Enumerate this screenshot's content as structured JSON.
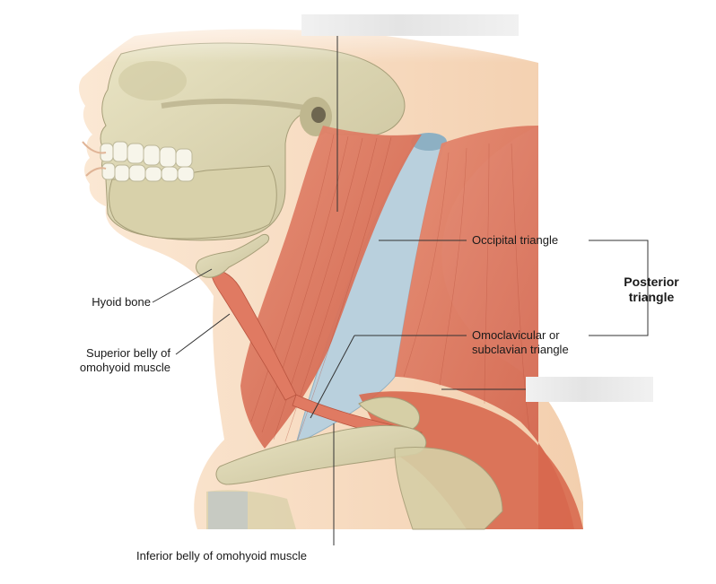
{
  "labels": {
    "occipital": "Occipital triangle",
    "posterior_line1": "Posterior",
    "posterior_line2": "triangle",
    "omoclavicular_line1": "Omoclavicular or",
    "omoclavicular_line2": "subclavian triangle",
    "hyoid": "Hyoid bone",
    "superior_belly_line1": "Superior belly of",
    "superior_belly_line2": "omohyoid muscle",
    "inferior_belly": "Inferior belly of omohyoid muscle"
  },
  "colors": {
    "skin": "#f7dcc0",
    "bone": "#ddd7b2",
    "muscle": "#d9725c",
    "triangle": "#b8cfdc",
    "line": "#333333"
  }
}
